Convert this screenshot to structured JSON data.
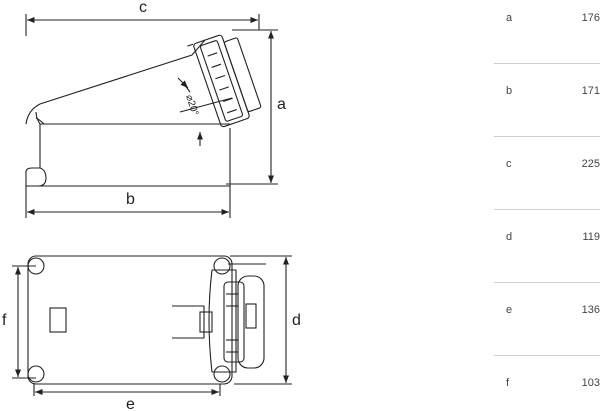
{
  "diagram": {
    "dimension_labels": {
      "a": "a",
      "b": "b",
      "c": "c",
      "d": "d",
      "e": "e",
      "f": "f"
    },
    "angle_label": "⌀20°"
  },
  "spec_table": {
    "rows": [
      {
        "key": "a",
        "value": "176"
      },
      {
        "key": "b",
        "value": "171"
      },
      {
        "key": "c",
        "value": "225"
      },
      {
        "key": "d",
        "value": "119"
      },
      {
        "key": "e",
        "value": "136"
      },
      {
        "key": "f",
        "value": "103"
      }
    ]
  }
}
